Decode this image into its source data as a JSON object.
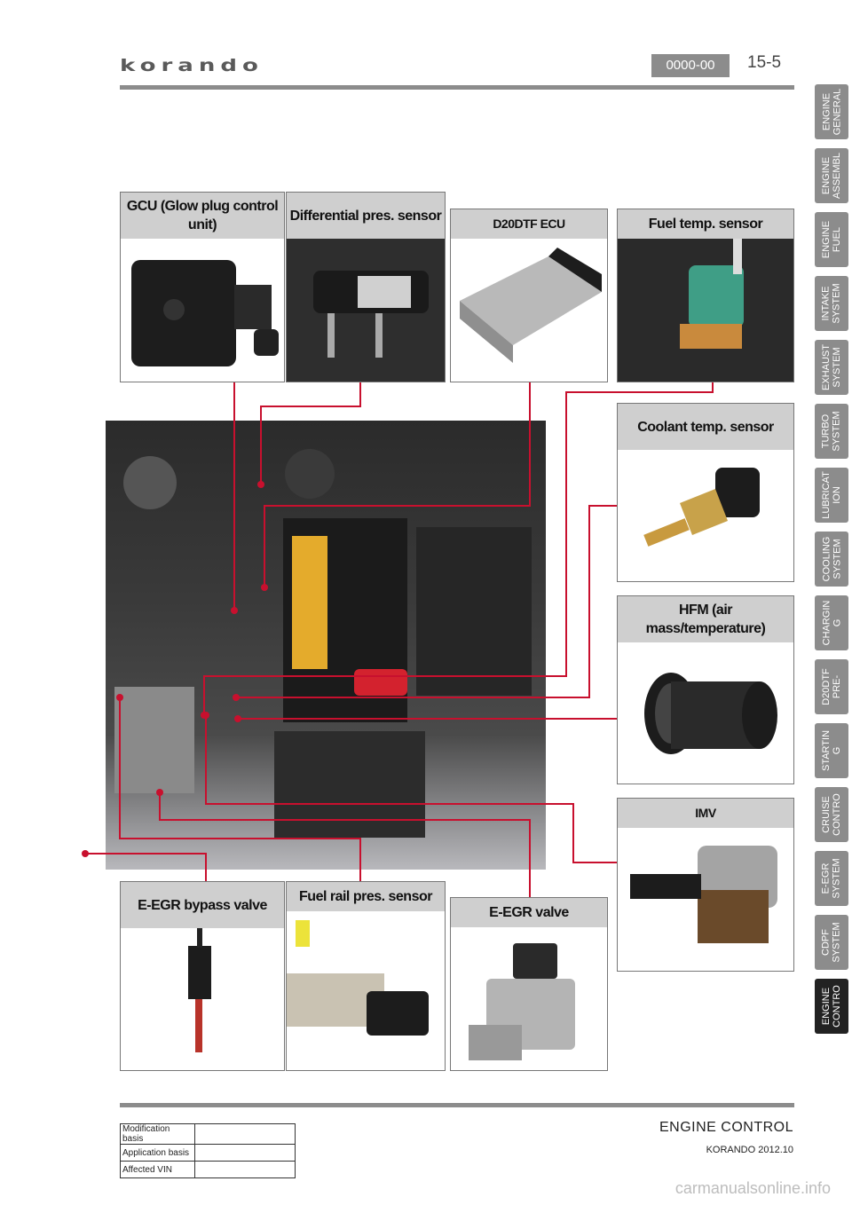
{
  "header": {
    "logo_text": "korando",
    "section_code": "0000-00",
    "page_number": "15-5"
  },
  "side_tabs": [
    {
      "label": "ENGINE\nGENERAL"
    },
    {
      "label": "ENGINE\nASSEMBL"
    },
    {
      "label": "ENGINE\nFUEL"
    },
    {
      "label": "INTAKE\nSYSTEM"
    },
    {
      "label": "EXHAUST\nSYSTEM"
    },
    {
      "label": "TURBO\nSYSTEM"
    },
    {
      "label": "LUBRICAT\nION"
    },
    {
      "label": "COOLING\nSYSTEM"
    },
    {
      "label": "CHARGIN\nG"
    },
    {
      "label": "D20DTF\nPRE-"
    },
    {
      "label": "STARTIN\nG"
    },
    {
      "label": "CRUISE\nCONTRO"
    },
    {
      "label": "E-EGR\nSYSTEM"
    },
    {
      "label": "CDPF\nSYSTEM"
    },
    {
      "label": "ENGINE\nCONTRO"
    }
  ],
  "components": {
    "gcu": "GCU (Glow plug control unit)",
    "diff_pres": "Differential pres. sensor",
    "ecu": "D20DTF ECU",
    "fuel_temp": "Fuel temp. sensor",
    "coolant_temp": "Coolant temp. sensor",
    "hfm": "HFM (air mass/temperature)",
    "imv": "IMV",
    "egr_bypass": "E-EGR bypass valve",
    "fuel_rail": "Fuel rail pres. sensor",
    "egr_valve": "E-EGR valve"
  },
  "colors": {
    "leader_line": "#c8102e",
    "label_bg": "#cfcfcf",
    "tab_bg": "#8c8c8c",
    "tab_active": "#222222"
  },
  "footer": {
    "title": "ENGINE CONTROL",
    "subtitle": "KORANDO 2012.10",
    "table": [
      {
        "label": "Modification basis",
        "value": ""
      },
      {
        "label": "Application basis",
        "value": ""
      },
      {
        "label": "Affected VIN",
        "value": ""
      }
    ]
  },
  "watermark": "carmanualsonline.info"
}
